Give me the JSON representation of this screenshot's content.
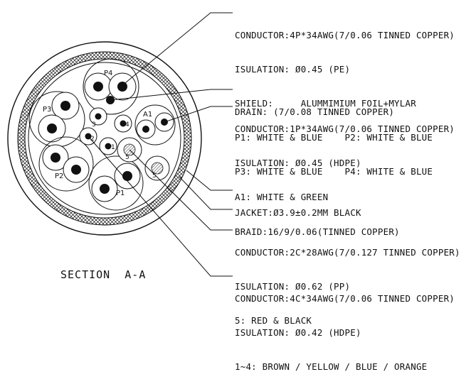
{
  "callouts": {
    "conductor_4p": {
      "lines": [
        "CONDUCTOR:4P*34AWG(7/0.06 TINNED COPPER)",
        "ISULATION: Ø0.45 (PE)",
        "SHIELD:     ALUMMIMIUM FOIL+MYLAR",
        "P1: WHITE & BLUE    P2: WHITE & BLUE",
        "P3: WHITE & BLUE    P4: WHITE & BLUE"
      ]
    },
    "drain": {
      "lines": [
        "DRAIN: (7/0.08 TINNED COPPER)"
      ]
    },
    "conductor_1p": {
      "lines": [
        "CONDUCTOR:1P*34AWG(7/0.06 TINNED COPPER)",
        "ISULATION: Ø0.45 (HDPE)",
        "A1: WHITE & GREEN"
      ]
    },
    "jacket": {
      "lines": [
        "JACKET:Ø3.9±0.2MM BLACK"
      ]
    },
    "braid": {
      "lines": [
        "BRAID:16/9/0.06(TINNED COPPER)"
      ]
    },
    "conductor_2c": {
      "lines": [
        "CONDUCTOR:2C*28AWG(7/0.127 TINNED COPPER)",
        "ISULATION: Ø0.62 (PP)",
        "5: RED & BLACK"
      ]
    },
    "conductor_4c": {
      "lines": [
        "CONDUCTOR:4C*34AWG(7/0.06 TINNED COPPER)",
        "ISULATION: Ø0.42 (HDPE)",
        "1~4: BROWN / YELLOW / BLUE / ORANGE"
      ]
    }
  },
  "section_label": "SECTION  A-A",
  "diagram_labels": {
    "p1": "P1",
    "p2": "P2",
    "p3": "P3",
    "p4": "P4",
    "a1": "A1",
    "c1": "1",
    "c2": "2",
    "c3": "3",
    "c4": "4",
    "c5a": "5",
    "c5b": "5"
  }
}
